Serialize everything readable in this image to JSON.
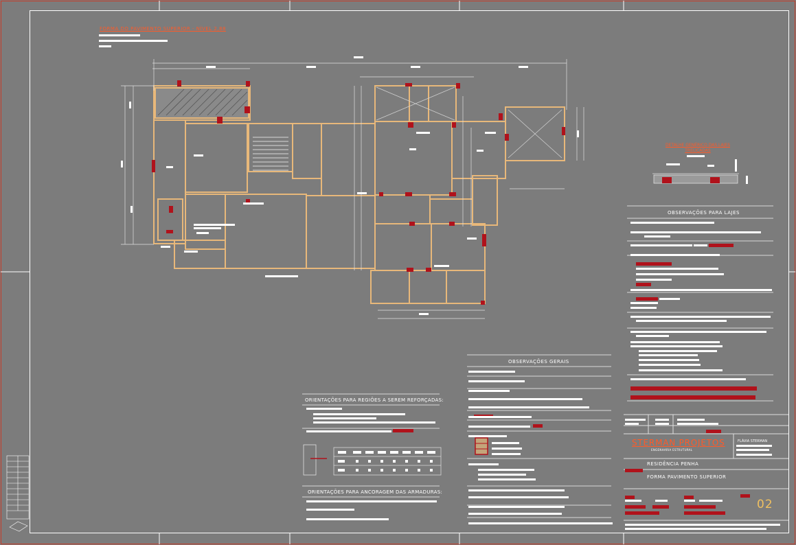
{
  "sheet": {
    "plan_title": "FORMA DO PAVIMENTO SUPERIOR - NÍVEL 2,88",
    "detail_title": "DETALHE GENÉRICO DAS LAJES TRELIÇADAS",
    "slab_notes_title": "OBSERVAÇÕES PARA LAJES",
    "general_notes_title": "OBSERVAÇÕES GERAIS",
    "reinforced_regions_title": "ORIENTAÇÕES PARA REGIÕES A SEREM REFORÇADAS:",
    "anchorage_title": "ORIENTAÇÕES PARA ANCORAGEM DAS ARMADURAS:"
  },
  "title_block": {
    "company": "STERMAN PROJETOS",
    "company_subtitle": "ENGENHARIA ESTRUTURAL",
    "engineer": "FLÁVIA STERMAN",
    "project": "RESIDÊNCIA PENHA",
    "drawing": "FORMA PAVIMENTO SUPERIOR",
    "sheet_number": "02"
  },
  "colors": {
    "background": "#7c7c7c",
    "frame": "#ffffff",
    "outer_frame": "#c83c2a",
    "beam": "#e8b87a",
    "column": "#b0121b",
    "notes_highlight": "#b0121b",
    "title_orange": "#ff5a28",
    "sheet_number": "#f0c060"
  }
}
